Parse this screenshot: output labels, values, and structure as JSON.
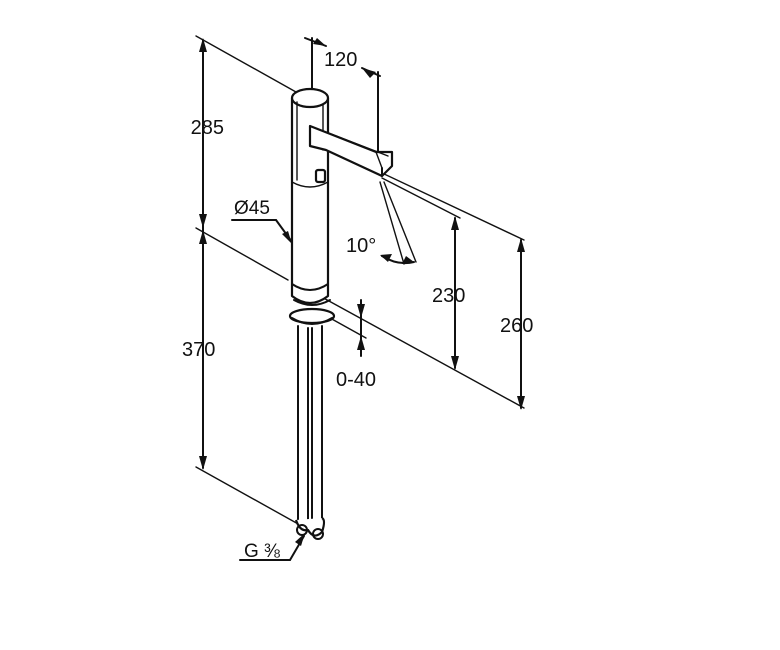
{
  "dimensions": {
    "spout_reach": "120",
    "upper_height": "285",
    "body_diameter": "Ø45",
    "spout_angle": "10°",
    "spout_height": "230",
    "total_height": "260",
    "shank_length": "370",
    "deck_thickness": "0-40",
    "connection_thread": "G ⅜"
  }
}
